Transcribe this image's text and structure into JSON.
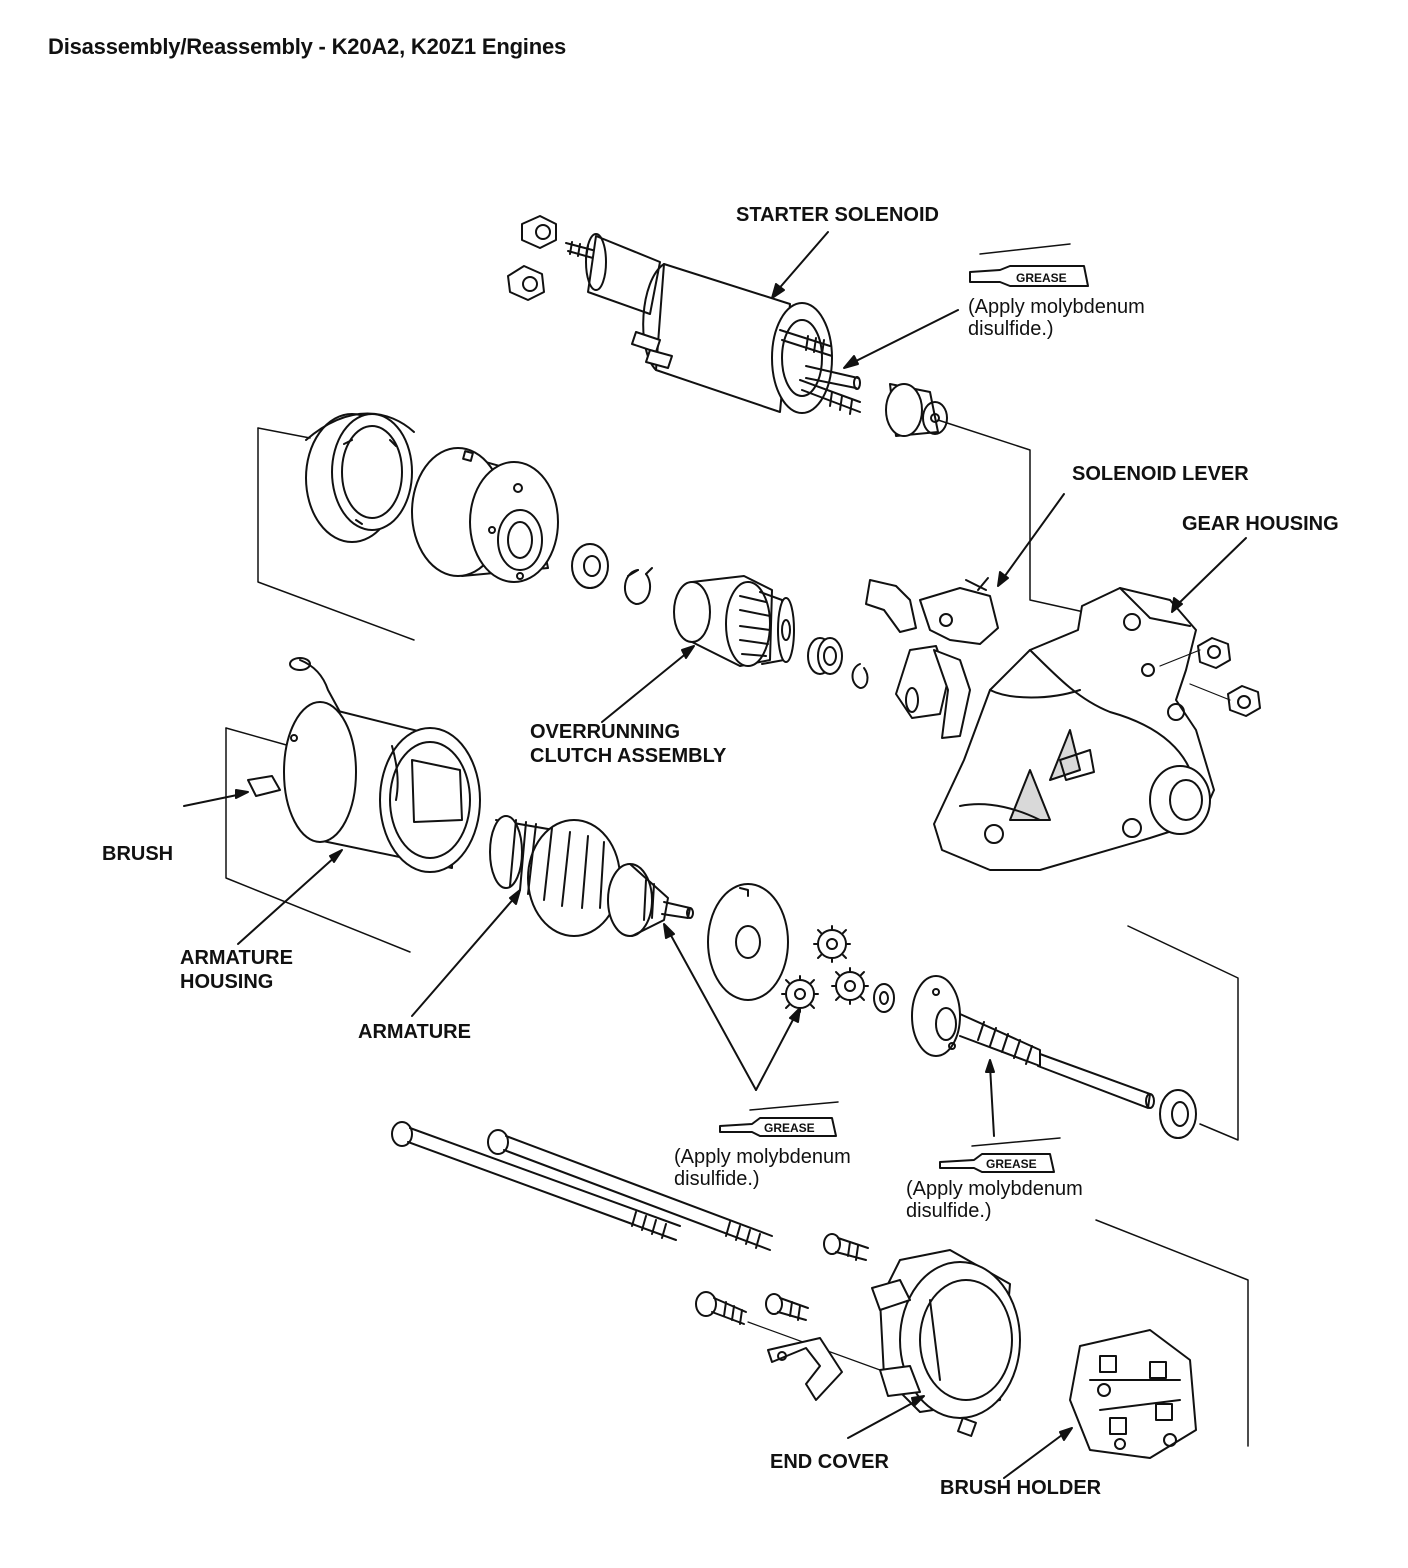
{
  "title": "Disassembly/Reassembly - K20A2, K20Z1 Engines",
  "labels": {
    "starter_solenoid": "STARTER SOLENOID",
    "solenoid_lever": "SOLENOID LEVER",
    "gear_housing": "GEAR HOUSING",
    "overrunning_line1": "OVERRUNNING",
    "overrunning_line2": "CLUTCH ASSEMBLY",
    "brush": "BRUSH",
    "armature_housing_line1": "ARMATURE",
    "armature_housing_line2": "HOUSING",
    "armature": "ARMATURE",
    "end_cover": "END COVER",
    "brush_holder": "BRUSH HOLDER"
  },
  "grease_notes": [
    {
      "tag": "GREASE",
      "line1": "(Apply molybdenum",
      "line2": "disulfide.)"
    },
    {
      "tag": "GREASE",
      "line1": "(Apply molybdenum",
      "line2": "disulfide.)"
    },
    {
      "tag": "GREASE",
      "line1": "(Apply molybdenum",
      "line2": "disulfide.)"
    }
  ],
  "colors": {
    "ink": "#111111",
    "paper": "#ffffff",
    "shade": "#d9d9d9"
  }
}
